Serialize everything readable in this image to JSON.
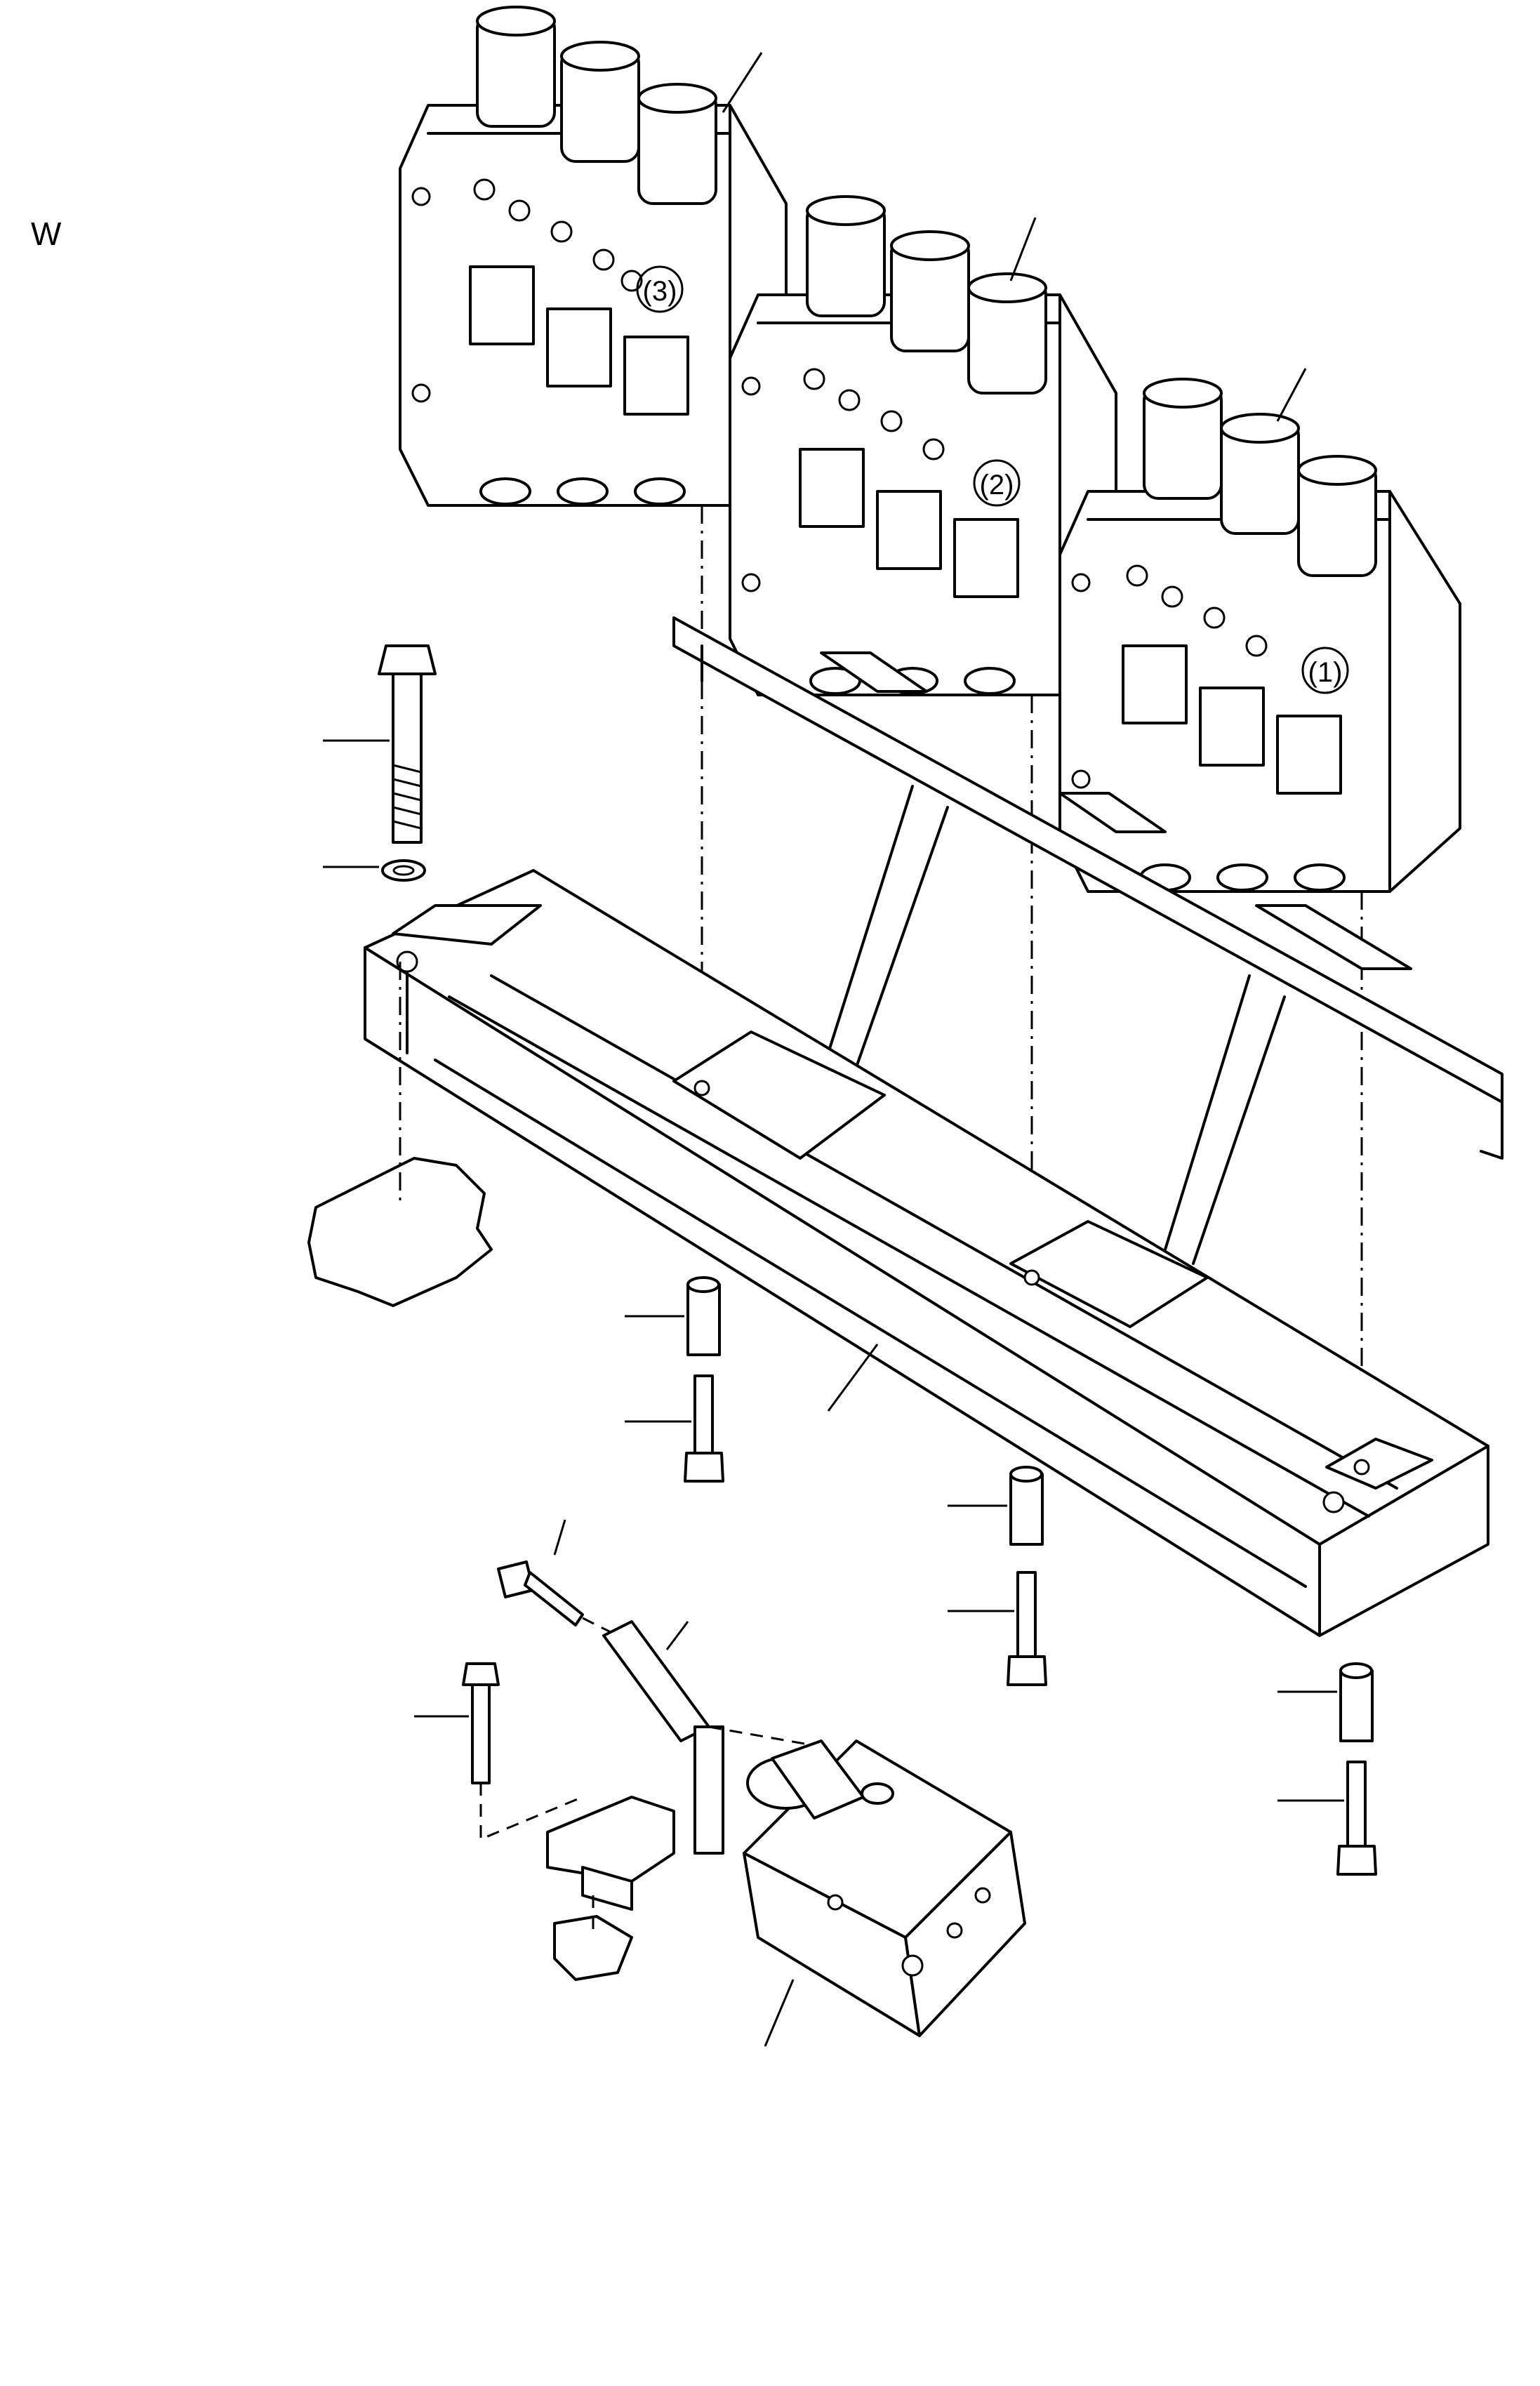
{
  "figure": {
    "corner_letter": "W",
    "callouts": [
      "(1)",
      "(2)",
      "(3)"
    ]
  },
  "colors": {
    "line": "#000000",
    "paper": "#ffffff"
  }
}
